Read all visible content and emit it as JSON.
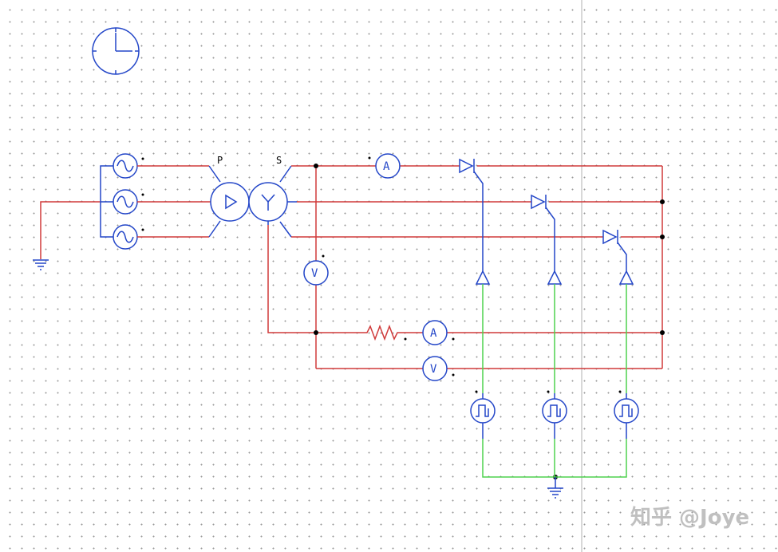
{
  "labels": {
    "primary": "P",
    "secondary": "S",
    "ammeter": "A",
    "voltmeter": "V"
  },
  "watermark": "知乎 @Joye",
  "colors": {
    "power_wire": "#d03a3a",
    "component": "#2346c8",
    "gate_wire": "#4fd24f",
    "grid_dot": "#9a9a9a"
  }
}
